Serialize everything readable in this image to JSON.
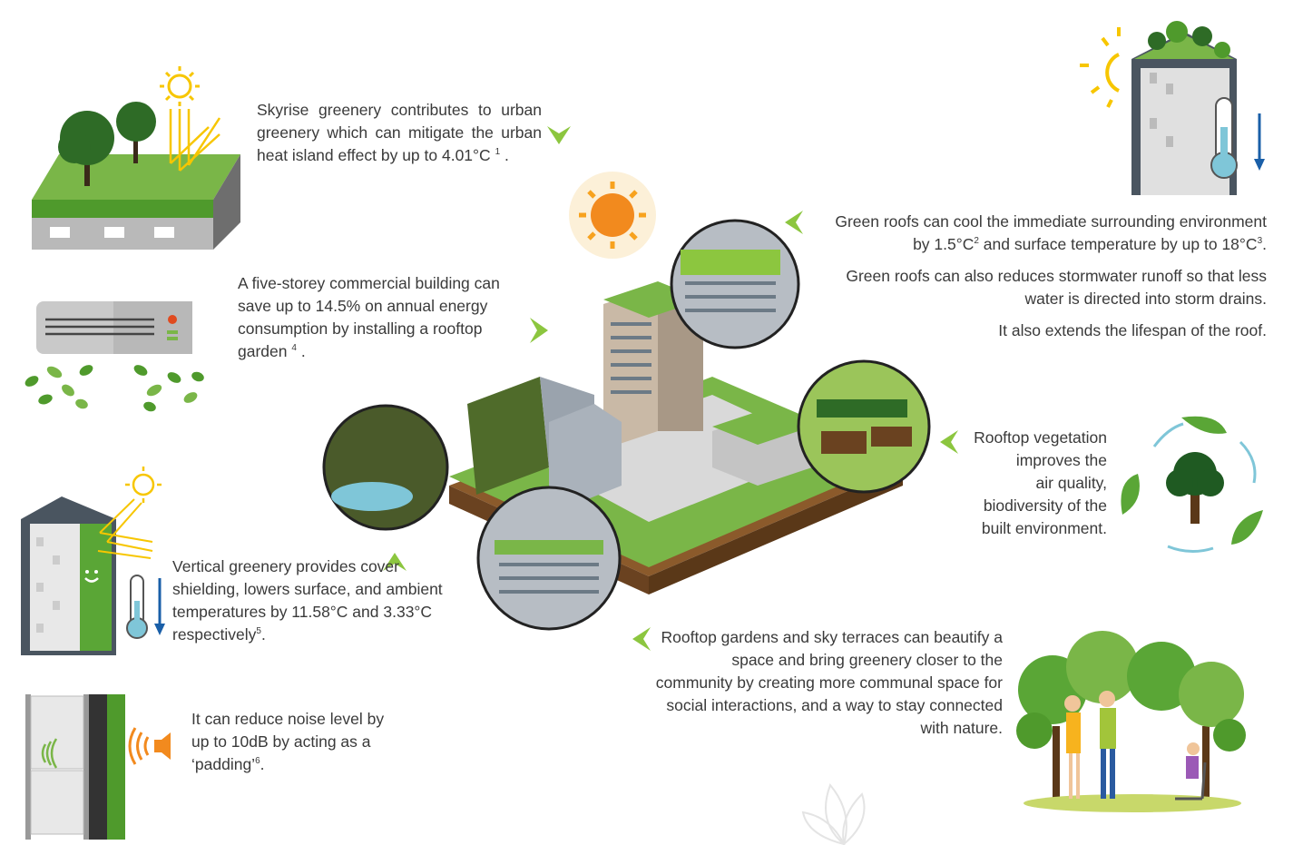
{
  "blocks": {
    "heat_island": {
      "text": "Skyrise greenery contributes to urban greenery which can mitigate the urban heat island effect by up to 4.01°C",
      "ref": "1",
      "end": "."
    },
    "energy": {
      "text": "A five-storey commercial building can save up to 14.5% on annual energy consumption by installing a rooftop garden",
      "ref": "4",
      "end": "."
    },
    "vertical": {
      "text": "Vertical greenery provides cover shielding, lowers surface, and ambient temperatures by 11.58°C and 3.33°C respectively",
      "ref": "5",
      "end": "."
    },
    "noise": {
      "text": "It can reduce noise level by up to 10dB by acting as a ‘padding’",
      "ref": "6",
      "end": "."
    },
    "green_roofs": {
      "line1": "Green roofs can cool the immediate surrounding environment",
      "line2a": "by 1.5°C",
      "ref2": "2",
      "line2b": " and surface temperature by up to 18°C",
      "ref3": "3",
      "line2end": ".",
      "para2": "Green roofs can also reduces stormwater runoff so that less water is directed into storm drains.",
      "para3": "It also extends the lifespan of the roof."
    },
    "air": {
      "l1": "Rooftop vegetation",
      "l2": "improves the",
      "l3": "air quality,",
      "l4": "biodiversity of the",
      "l5": "built environment."
    },
    "community": {
      "text": "Rooftop gardens and sky terraces can beautify a space and bring greenery closer to the community by creating more communal space for social interactions, and a way to stay connected with nature."
    }
  },
  "icons": {
    "sun": "sun-icon",
    "thermometer": "thermometer-icon",
    "air_conditioner": "air-conditioner-icon",
    "speaker": "speaker-icon",
    "recycle": "recycle-tree-icon",
    "people": "people-in-park-icon"
  },
  "colors": {
    "green": "#7ab648",
    "dark_green": "#2f7d32",
    "sun_yellow": "#f7c600",
    "sun_orange": "#f28a1e",
    "blue": "#1a5fa8",
    "arrow_green": "#8cc63f"
  }
}
